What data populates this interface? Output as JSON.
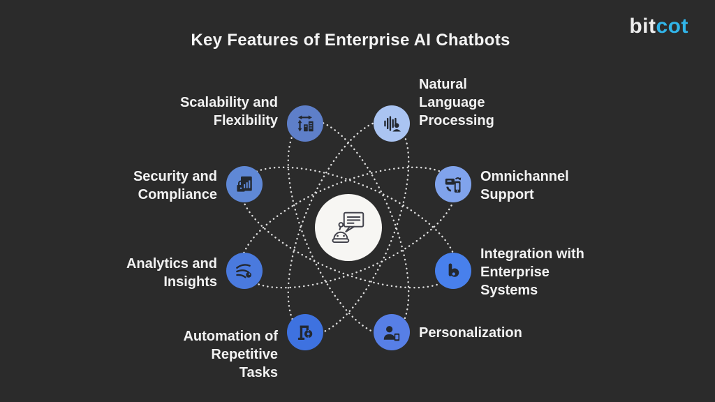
{
  "page": {
    "background_color": "#2b2b2b"
  },
  "title": "Key Features of Enterprise AI Chatbots",
  "logo": {
    "text_primary": "bit",
    "text_accent": "cot",
    "primary_color": "#ededed",
    "accent_color": "#31b4e8"
  },
  "diagram": {
    "orbit_dot_color": "#e8e8e8",
    "center_node": {
      "icon": "chatbot-speech-bubble-icon",
      "background_color": "#f7f6f3",
      "icon_stroke_color": "#43434c"
    }
  },
  "features": [
    {
      "id": "scalability",
      "label": "Scalability and Flexibility",
      "icon": "resize-arrows-buildings-icon",
      "circle_color": "#5e7fc9"
    },
    {
      "id": "nlp",
      "label": "Natural Language Processing",
      "icon": "voice-waveform-person-icon",
      "circle_color": "#aac4f2"
    },
    {
      "id": "security",
      "label": "Security and Compliance",
      "icon": "document-chart-lock-icon",
      "circle_color": "#5f88d6"
    },
    {
      "id": "omnichannel",
      "label": "Omnichannel Support",
      "icon": "devices-sync-icon",
      "circle_color": "#80a3ec"
    },
    {
      "id": "analytics",
      "label": "Analytics and Insights",
      "icon": "data-flow-insight-icon",
      "circle_color": "#4a7ade"
    },
    {
      "id": "integration",
      "label": "Integration with Enterprise Systems",
      "icon": "bitcot-b-mark-icon",
      "circle_color": "#4880ec"
    },
    {
      "id": "automation",
      "label": "Automation of Repetitive Tasks",
      "icon": "robotic-arm-gear-icon",
      "circle_color": "#3e72e0"
    },
    {
      "id": "personalization",
      "label": "Personalization",
      "icon": "user-profile-device-icon",
      "circle_color": "#577fe6"
    }
  ]
}
